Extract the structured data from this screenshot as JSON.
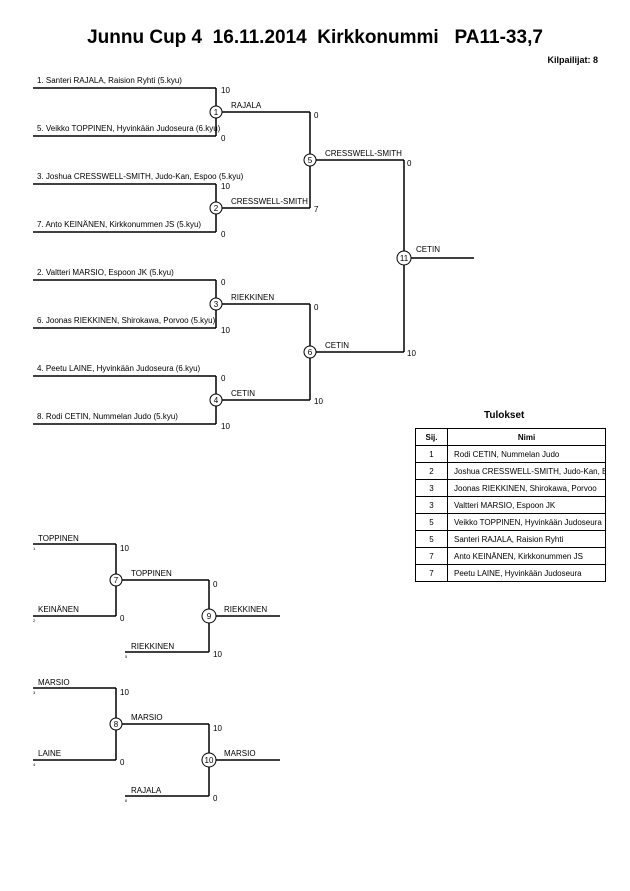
{
  "header": {
    "title": "Junnu Cup 4  16.11.2014  Kirkkonummi   PA11-33,7",
    "participants": "Kilpailijat: 8"
  },
  "bracket": {
    "players": [
      "1. Santeri RAJALA, Raision Ryhti (5.kyu)",
      "5. Veikko TOPPINEN, Hyvinkään Judoseura (6.kyu)",
      "3. Joshua CRESSWELL-SMITH, Judo-Kan, Espoo (5.kyu)",
      "7. Anto KEINÄNEN, Kirkkonummen JS (5.kyu)",
      "2. Valtteri MARSIO, Espoon JK (5.kyu)",
      "6. Joonas RIEKKINEN, Shirokawa, Porvoo (5.kyu)",
      "4. Peetu LAINE, Hyvinkään Judoseura (6.kyu)",
      "8. Rodi CETIN, Nummelan Judo (5.kyu)"
    ],
    "scores_r1": [
      "10",
      "0",
      "10",
      "0",
      "0",
      "10",
      "0",
      "10"
    ],
    "matches_r1": [
      {
        "no": "1",
        "winner": "RAJALA"
      },
      {
        "no": "2",
        "winner": "CRESSWELL-SMITH"
      },
      {
        "no": "3",
        "winner": "RIEKKINEN"
      },
      {
        "no": "4",
        "winner": "CETIN"
      }
    ],
    "scores_r2": [
      "0",
      "7",
      "0",
      "10"
    ],
    "matches_r2": [
      {
        "no": "5",
        "winner": "CRESSWELL-SMITH"
      },
      {
        "no": "6",
        "winner": "CETIN"
      }
    ],
    "scores_r3": [
      "0",
      "10"
    ],
    "final": {
      "no": "11",
      "winner": "CETIN"
    }
  },
  "repechage": [
    {
      "top": "TOPPINEN",
      "top_seed": "1",
      "top_score": "10",
      "bottom": "KEINÄNEN",
      "bottom_seed": "2",
      "bottom_score": "0",
      "match_no": "7",
      "winner": "TOPPINEN",
      "winner_score": "0",
      "opponent": "RIEKKINEN",
      "opponent_seed": "5",
      "opponent_score": "10",
      "final_no": "9",
      "final_winner": "RIEKKINEN"
    },
    {
      "top": "MARSIO",
      "top_seed": "3",
      "top_score": "10",
      "bottom": "LAINE",
      "bottom_seed": "4",
      "bottom_score": "0",
      "match_no": "8",
      "winner": "MARSIO",
      "winner_score": "10",
      "opponent": "RAJALA",
      "opponent_seed": "6",
      "opponent_score": "0",
      "final_no": "10",
      "final_winner": "MARSIO"
    }
  ],
  "results": {
    "title": "Tulokset",
    "headers": [
      "Sij.",
      "Nimi"
    ],
    "rows": [
      [
        "1",
        "Rodi CETIN, Nummelan Judo"
      ],
      [
        "2",
        "Joshua CRESSWELL-SMITH, Judo-Kan, Espoo"
      ],
      [
        "3",
        "Joonas RIEKKINEN, Shirokawa, Porvoo"
      ],
      [
        "3",
        "Valtteri MARSIO, Espoon JK"
      ],
      [
        "5",
        "Veikko TOPPINEN, Hyvinkään Judoseura"
      ],
      [
        "5",
        "Santeri RAJALA, Raision Ryhti"
      ],
      [
        "7",
        "Anto KEINÄNEN, Kirkkonummen JS"
      ],
      [
        "7",
        "Peetu LAINE, Hyvinkään Judoseura"
      ]
    ]
  }
}
